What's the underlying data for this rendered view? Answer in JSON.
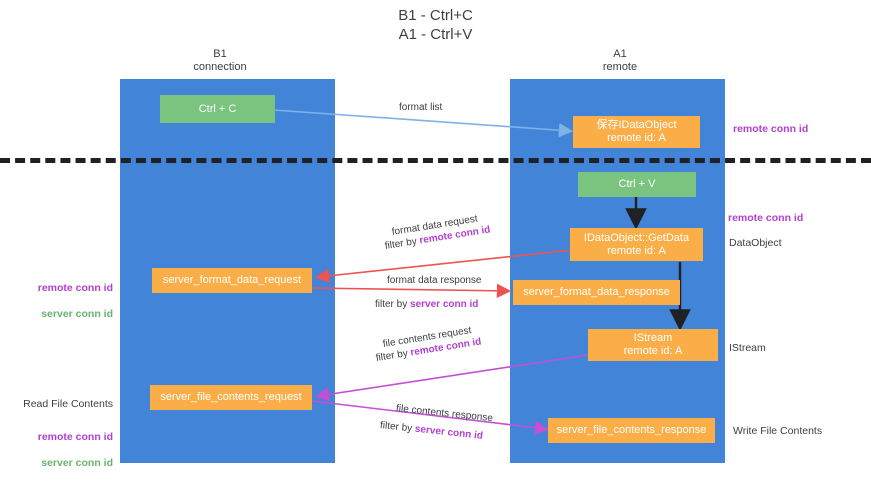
{
  "title": "B1 - Ctrl+C\nA1 - Ctrl+V",
  "columns": {
    "left": {
      "head": "B1\nconnection"
    },
    "right": {
      "head": "A1\nremote"
    }
  },
  "boxes": {
    "ctrl_c": "Ctrl + C",
    "ctrl_v": "Ctrl + V",
    "save_idataobject": "保存IDataObject\nremote id: A",
    "getdata": "IDataObject::GetData\nremote id: A",
    "istream": "IStream\nremote id: A",
    "server_format_data_request": "server_format_data_request",
    "server_format_data_response": "server_format_data_response",
    "server_file_contents_request": "server_file_contents_request",
    "server_file_contents_response": "server_file_contents_response"
  },
  "arrow_labels": {
    "format_list": "format list",
    "format_data_request": "format data request",
    "format_data_request_filter_pre": "filter by ",
    "format_data_request_filter_key": "remote conn id",
    "format_data_response": "format data response",
    "format_data_response_filter_pre": "filter by ",
    "format_data_response_filter_key": "server conn id",
    "file_contents_request": "file contents request",
    "file_contents_request_filter_pre": "filter by ",
    "file_contents_request_filter_key": "remote conn id",
    "file_contents_response": "file contents response",
    "file_contents_response_filter_pre": "filter by ",
    "file_contents_response_filter_key": "server conn id"
  },
  "right_notes": {
    "remote_conn_id_top": "remote conn id",
    "remote_conn_id_mid": "remote conn id",
    "dataobject": "DataObject",
    "istream": "IStream",
    "write_file_contents": "Write File Contents"
  },
  "left_notes": {
    "remote_conn_id": "remote conn id",
    "server_conn_id": "server conn id",
    "read_file_contents": "Read File Contents",
    "remote_conn_id_2": "remote conn id",
    "server_conn_id_2": "server conn id"
  },
  "colors": {
    "lane": "#4285d8",
    "green": "#7ac47f",
    "orange": "#fbae48",
    "purple": "#b23fd0",
    "server_green": "#69b36b",
    "red_arrow": "#ef5350",
    "magenta_arrow": "#c24fd4",
    "blue_arrow": "#7fb2e5",
    "divider": "#202124"
  }
}
